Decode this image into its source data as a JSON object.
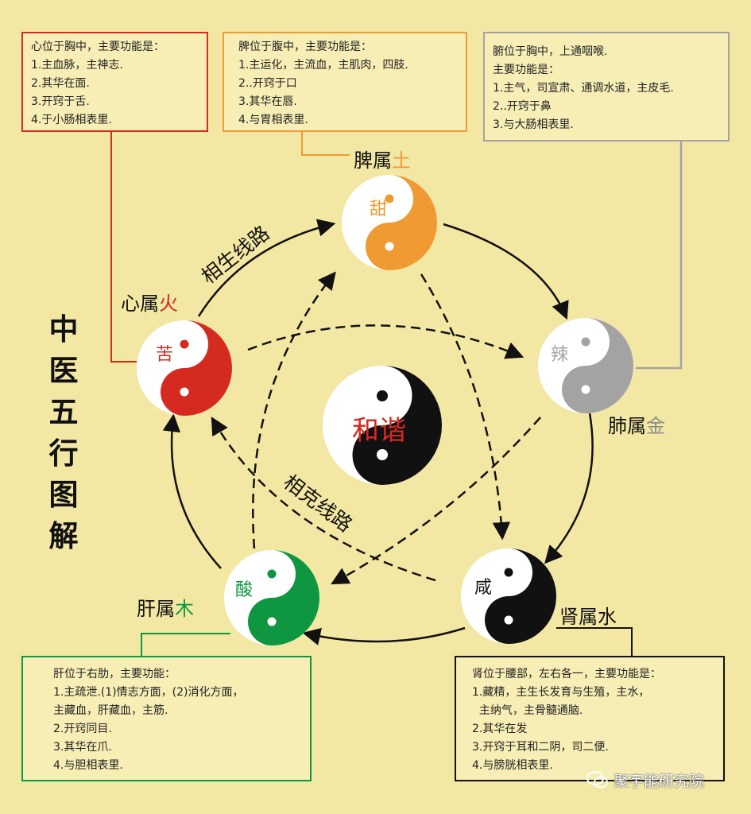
{
  "title": [
    "中",
    "医",
    "五",
    "行",
    "图",
    "解"
  ],
  "center": "和谐",
  "elements": {
    "fire": {
      "label": "心属",
      "element": "火",
      "taste": "苦",
      "color": "#d42a1f"
    },
    "earth": {
      "label": "脾属",
      "element": "土",
      "taste": "甜",
      "color": "#f09a33"
    },
    "metal": {
      "label": "肺属",
      "element": "金",
      "taste": "辣",
      "color": "#a3a3a3"
    },
    "water": {
      "label": "肾属",
      "element": "水",
      "taste": "咸",
      "color": "#111111"
    },
    "wood": {
      "label": "肝属",
      "element": "木",
      "taste": "酸",
      "color": "#0f9640"
    }
  },
  "cycle_labels": {
    "generating": "相生线路",
    "restraining": "相克线路"
  },
  "boxes": {
    "heart": [
      "心位于胸中，主要功能是：",
      "1.主血脉，主神志.",
      "2.其华在面.",
      "3.开窍于舌.",
      "4.于小肠相表里."
    ],
    "spleen": [
      "脾位于腹中，主要功能是：",
      "1.主运化，主流血，主肌肉，四肢.",
      "2..开窍于口",
      "3.其华在唇.",
      "4.与胃相表里."
    ],
    "lung": [
      "腑位于胸中，上通咽喉.",
      "主要功能是：",
      "1.主气，司宣肃、通调水道，主皮毛.",
      "2..开窍于鼻",
      "3.与大肠相表里."
    ],
    "liver": [
      "肝位于右肋，主要功能：",
      "1.主疏泄.(1)情志方面，(2)消化方面，",
      "主藏血，肝藏血，主筋.",
      "2.开窍同目.",
      "3.其华在爪.",
      "4.与胆相表里."
    ],
    "kidney": [
      "肾位于腰部，左右各一，主要功能是：",
      "1.藏精，主生长发育与生殖，主水，",
      "  主纳气，主骨髓通脑.",
      "2.其华在发",
      "3.开窍于耳和二阴，司二便.",
      "4.与膀胱相表里."
    ]
  },
  "watermark": "聚宇能研究院"
}
